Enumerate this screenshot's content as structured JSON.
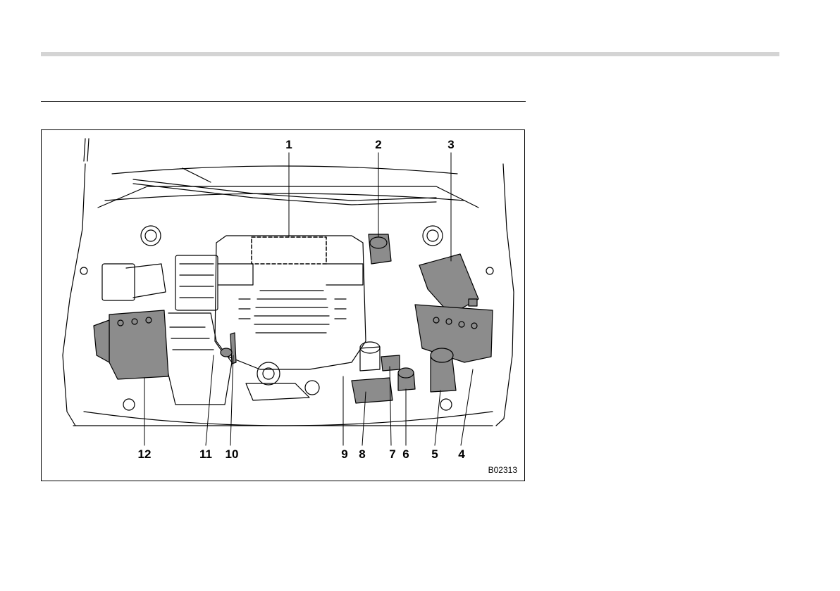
{
  "figure": {
    "code": "B02313",
    "top_callouts": [
      "1",
      "2",
      "3"
    ],
    "bottom_callouts": [
      "12",
      "11",
      "10",
      "9",
      "8",
      "7",
      "6",
      "5",
      "4"
    ]
  },
  "colors": {
    "line": "#000000",
    "component_fill": "#8c8c8c",
    "rule_gray": "#d4d4d4"
  }
}
